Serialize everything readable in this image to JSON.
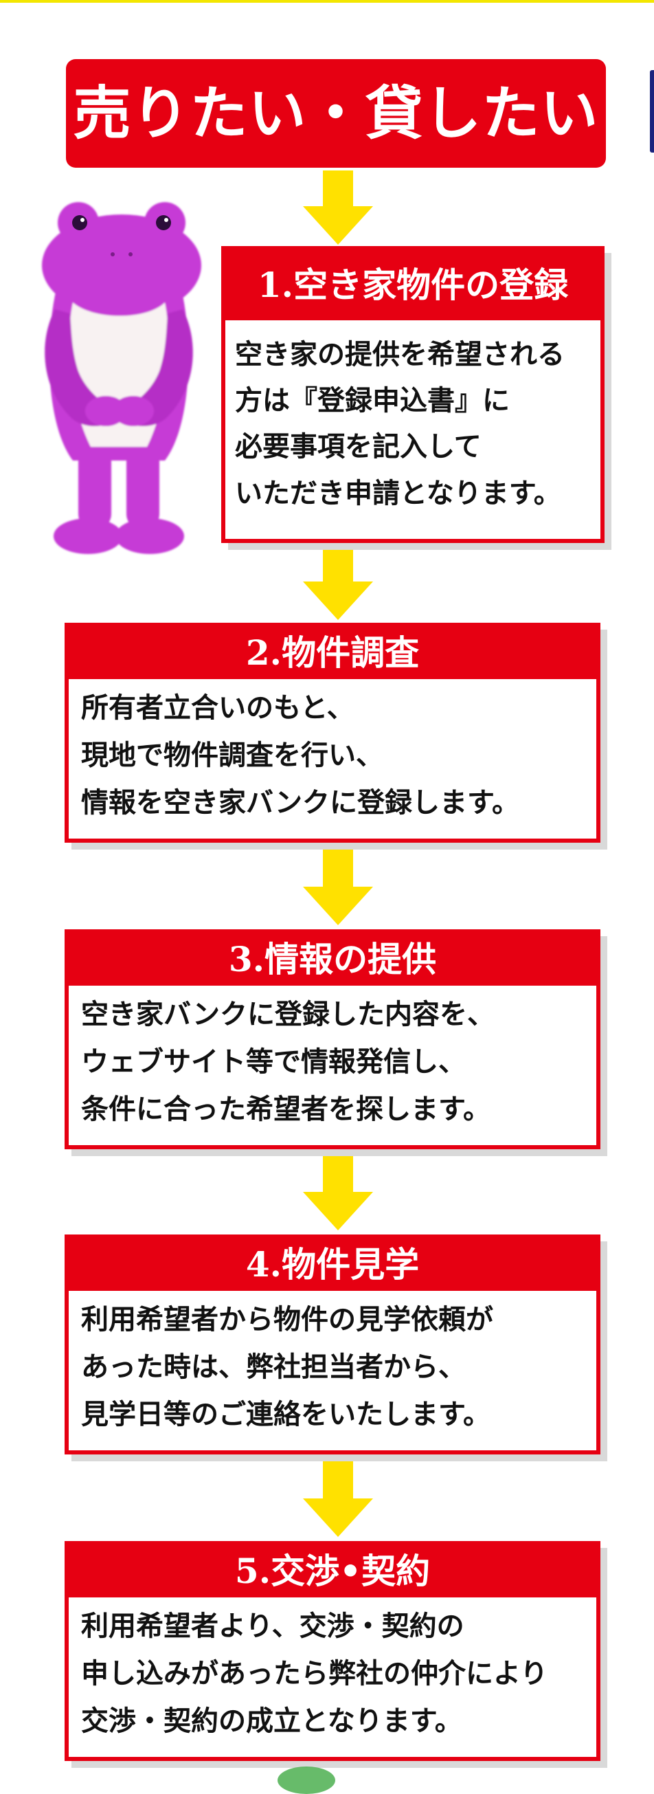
{
  "banner": {
    "title": "売りたい・貸したい"
  },
  "mascot": {
    "icon": "frog-mascot-icon",
    "body_color": "#c63ad6",
    "belly_color": "#f8f2f2"
  },
  "colors": {
    "accent_red": "#e60012",
    "arrow_yellow": "#ffe100"
  },
  "steps": [
    {
      "title": "1.空き家物件の登録",
      "lines": [
        "空き家の提供を希望される",
        "方は『登録申込書』に",
        "必要事項を記入して",
        "いただき申請となります。"
      ]
    },
    {
      "title": "2.物件調査",
      "lines": [
        "所有者立合いのもと、",
        "現地で物件調査を行い、",
        "情報を空き家バンクに登録します。"
      ]
    },
    {
      "title": "3.情報の提供",
      "lines": [
        "空き家バンクに登録した内容を、",
        "ウェブサイト等で情報発信し、",
        "条件に合った希望者を探します。"
      ]
    },
    {
      "title": "4.物件見学",
      "lines": [
        "利用希望者から物件の見学依頼が",
        "あった時は、弊社担当者から、",
        "見学日等のご連絡をいたします。"
      ]
    },
    {
      "title": "5.交渉•契約",
      "lines": [
        "利用希望者より、交渉・契約の",
        "申し込みがあったら弊社の仲介により",
        "交渉・契約の成立となります。"
      ]
    }
  ]
}
